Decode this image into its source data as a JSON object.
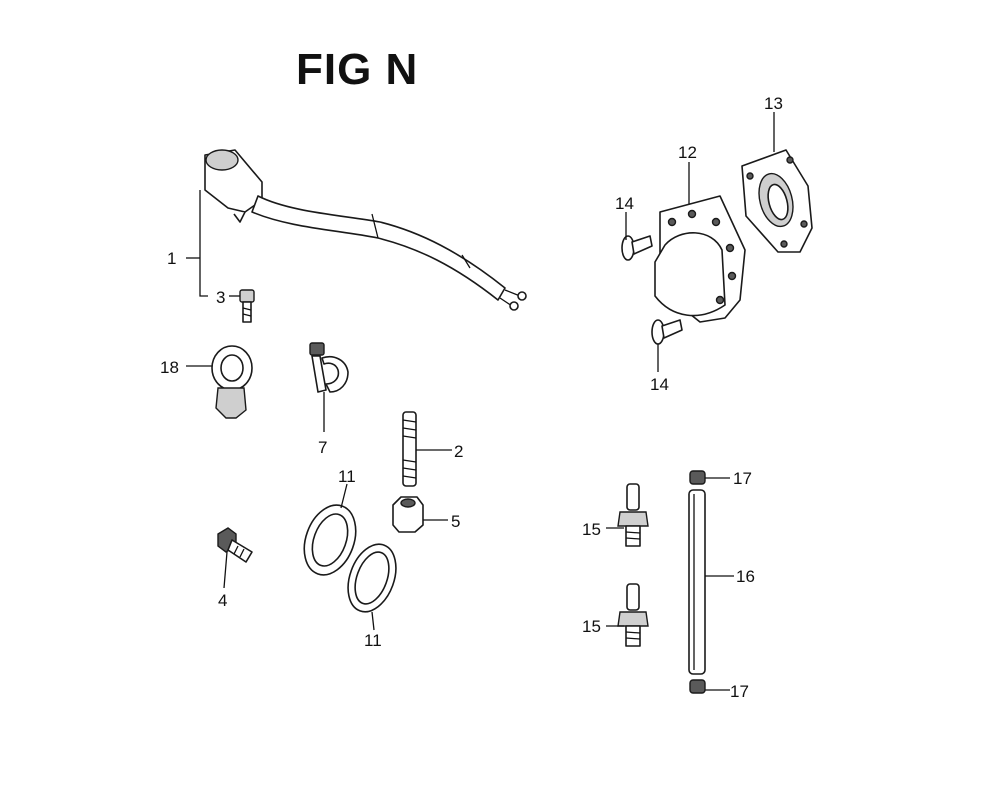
{
  "title": "FIG N",
  "callouts": {
    "c1": "1",
    "c2": "2",
    "c3": "3",
    "c4": "4",
    "c5": "5",
    "c7": "7",
    "c11a": "11",
    "c11b": "11",
    "c12": "12",
    "c13": "13",
    "c14a": "14",
    "c14b": "14",
    "c15a": "15",
    "c15b": "15",
    "c16": "16",
    "c17a": "17",
    "c17b": "17",
    "c18": "18"
  }
}
